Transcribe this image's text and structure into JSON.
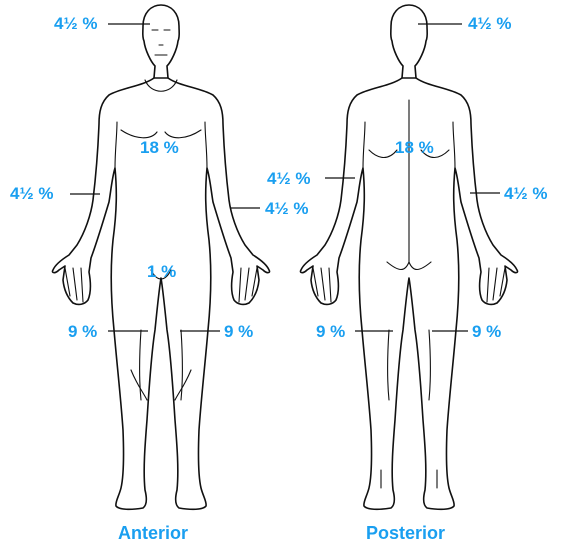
{
  "colors": {
    "label": "#1a9ff0",
    "outline": "#111111",
    "background": "#ffffff"
  },
  "anterior": {
    "title": "Anterior",
    "head": "4½ %",
    "chest": "18 %",
    "right_arm": "4½ %",
    "left_arm": "4½ %",
    "groin": "1 %",
    "right_leg": "9 %",
    "left_leg": "9 %"
  },
  "posterior": {
    "title": "Posterior",
    "head": "4½ %",
    "back": "18 %",
    "left_arm": "4½ %",
    "right_arm": "4½ %",
    "left_leg": "9 %",
    "right_leg": "9 %"
  }
}
